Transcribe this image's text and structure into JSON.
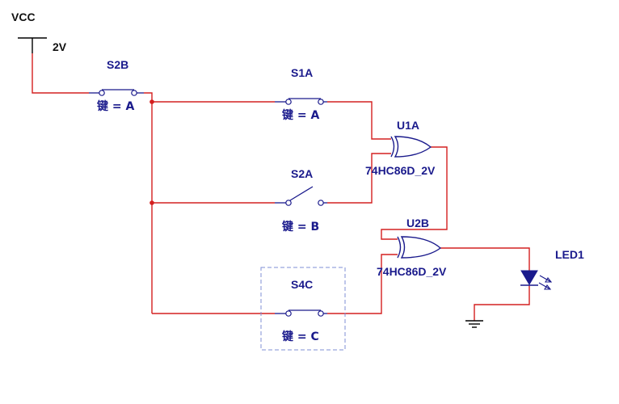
{
  "power": {
    "name": "VCC",
    "voltage": "2V"
  },
  "switches": [
    {
      "ref": "S2B",
      "key_label": "键 = A",
      "state": "closed"
    },
    {
      "ref": "S1A",
      "key_label": "键 = A",
      "state": "closed"
    },
    {
      "ref": "S2A",
      "key_label": "键 = B",
      "state": "open"
    },
    {
      "ref": "S4C",
      "key_label": "键 = C",
      "state": "closed"
    }
  ],
  "gates": [
    {
      "ref": "U1A",
      "part": "74HC86D_2V",
      "type": "XOR"
    },
    {
      "ref": "U2B",
      "part": "74HC86D_2V",
      "type": "XOR"
    }
  ],
  "led": {
    "ref": "LED1"
  },
  "colors": {
    "wire": "#d42020",
    "component": "#1a1a8c",
    "selection_box": "#7f8fd6"
  }
}
